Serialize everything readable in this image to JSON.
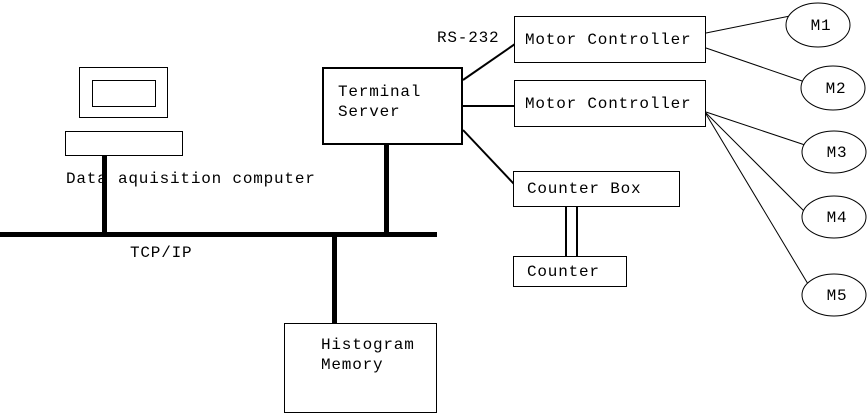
{
  "diagram": {
    "background": "#ffffff",
    "stroke_color": "#000000",
    "labels": {
      "computer": "Data aquisition computer",
      "bus": "TCP/IP",
      "serial": "RS-232"
    },
    "boxes": {
      "terminal_server": {
        "line1": "Terminal",
        "line2": "Server"
      },
      "motor_controller_top": {
        "label": "Motor Controller"
      },
      "motor_controller_bottom": {
        "label": "Motor Controller"
      },
      "counter_box": {
        "label": "Counter Box"
      },
      "counter": {
        "label": "Counter"
      },
      "histogram_memory": {
        "line1": "Histogram",
        "line2": "Memory"
      }
    },
    "motors": [
      "M1",
      "M2",
      "M3",
      "M4",
      "M5"
    ]
  }
}
